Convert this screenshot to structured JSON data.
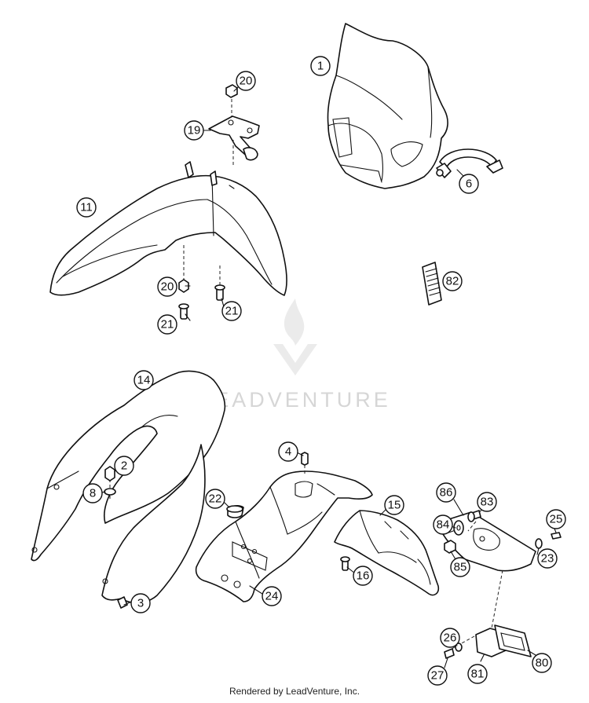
{
  "watermark": {
    "brand": "LEADVENTURE"
  },
  "footer": {
    "text": "Rendered by LeadVenture, Inc."
  },
  "callouts": [
    "1",
    "20",
    "19",
    "11",
    "6",
    "82",
    "20",
    "21",
    "21",
    "14",
    "2",
    "8",
    "3",
    "4",
    "22",
    "15",
    "16",
    "24",
    "86",
    "83",
    "84",
    "85",
    "25",
    "23",
    "26",
    "27",
    "81",
    "80"
  ]
}
